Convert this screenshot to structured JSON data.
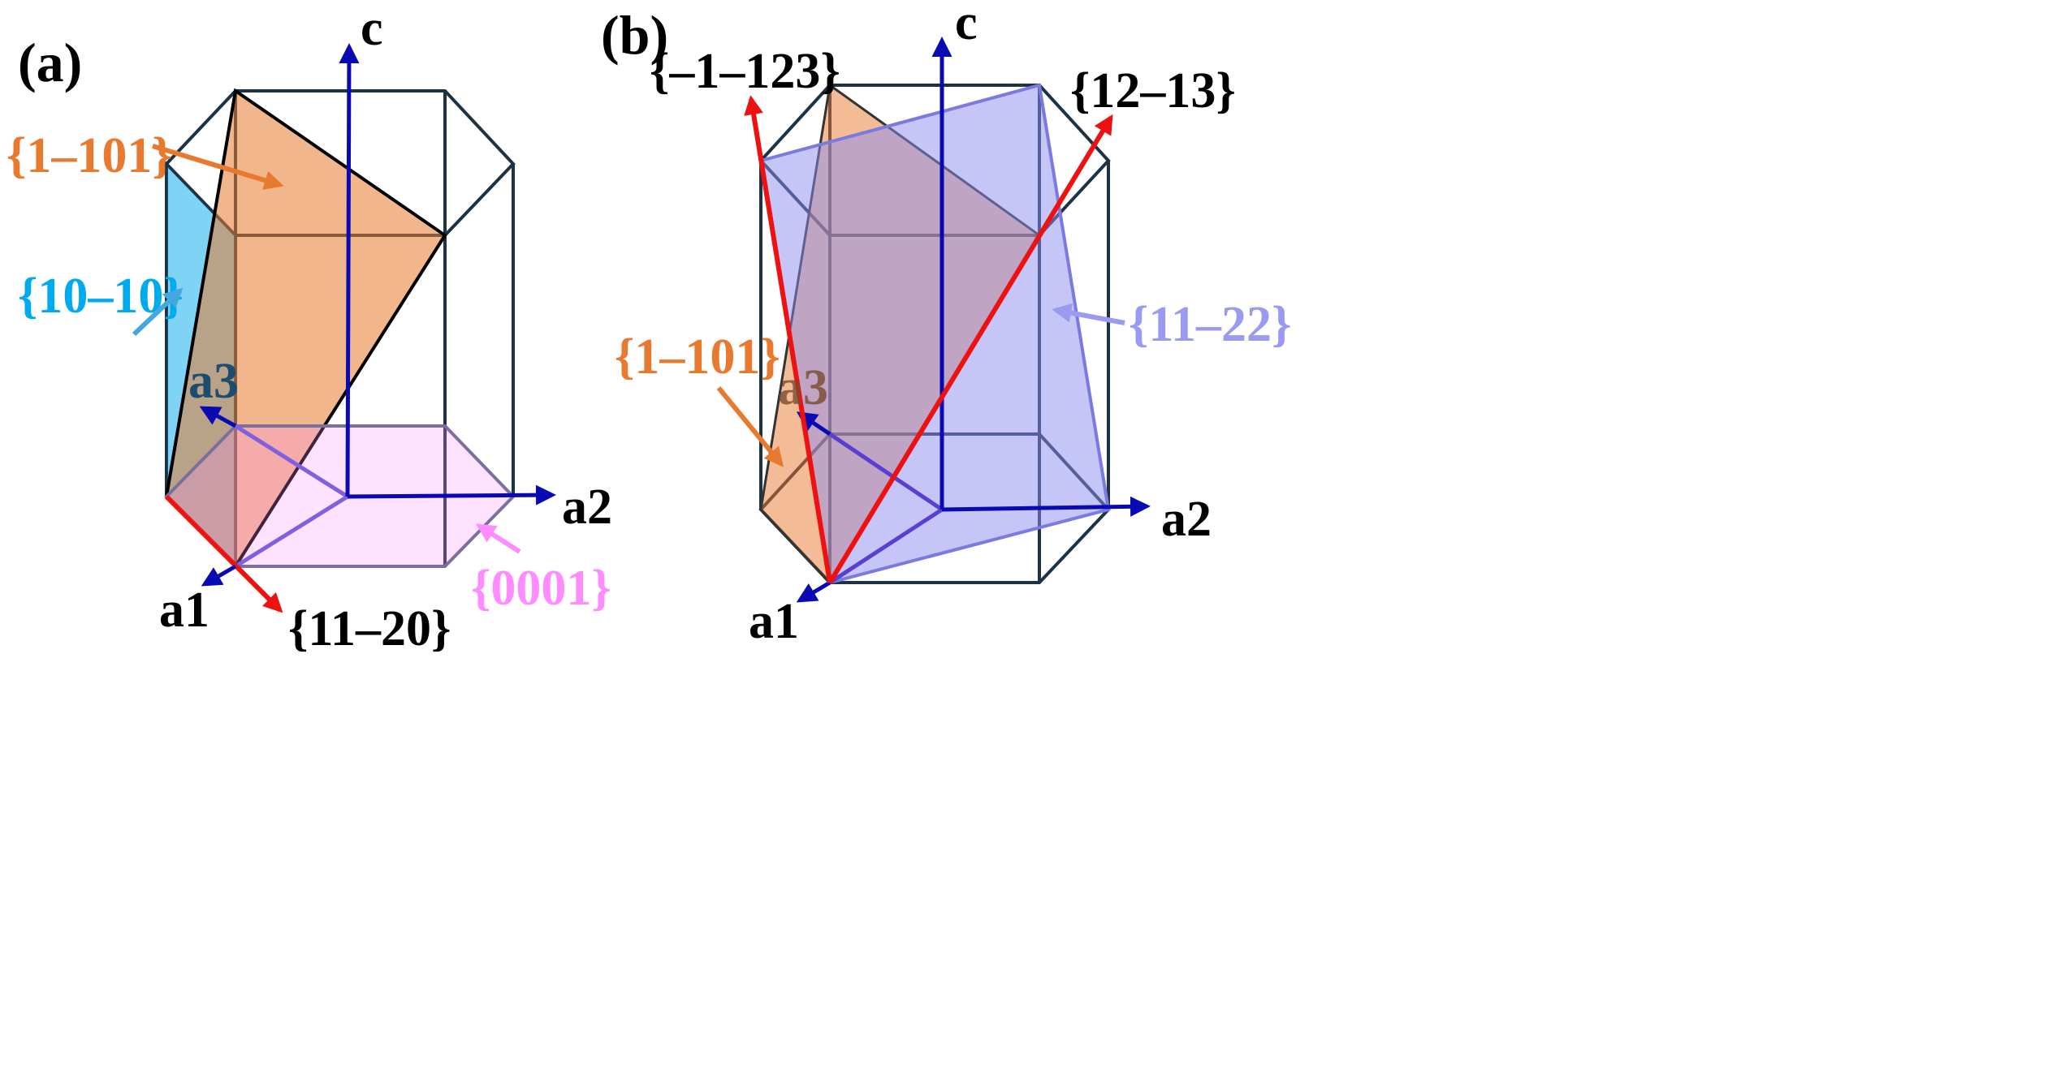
{
  "panel_a": {
    "tag": "(a)",
    "axes": {
      "c": "c",
      "a1": "a1",
      "a2": "a2",
      "a3": "a3"
    },
    "planes": {
      "pyramidal": "{1–101}",
      "prism": "{10–10}",
      "basal": "{0001}",
      "direction": "{11–20}"
    }
  },
  "panel_b": {
    "tag": "(b)",
    "axes": {
      "c": "c",
      "a1": "a1",
      "a2": "a2",
      "a3": "a3"
    },
    "planes": {
      "dir1": "{–1–123}",
      "dir2": "{12–13}",
      "pyramidal": "{1–101}",
      "pyramidal2": "{11–22}"
    }
  },
  "colors": {
    "frame": "#1e3246",
    "axis": "#0a0ab4",
    "prism": "#00aaee",
    "pyramidal": "#e87a30",
    "basal": "#ff8cff",
    "direction": "#ee1111",
    "pyramidal2": "#8c8cf0",
    "basal_edge": "#8060e0"
  }
}
